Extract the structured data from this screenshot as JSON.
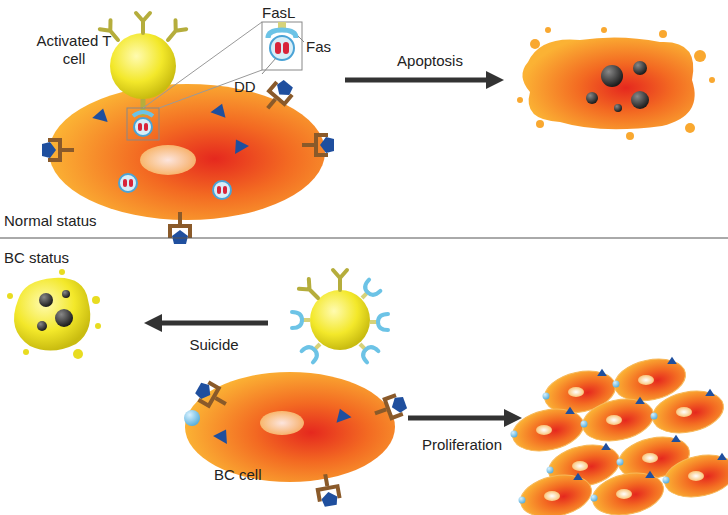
{
  "diagram": {
    "labels": [
      "Activated T cell",
      "FasL",
      "Fas",
      "DD",
      "Apoptosis",
      "Normal status",
      "BC status",
      "Suicide",
      "BC cell",
      "Proliferation"
    ]
  }
}
